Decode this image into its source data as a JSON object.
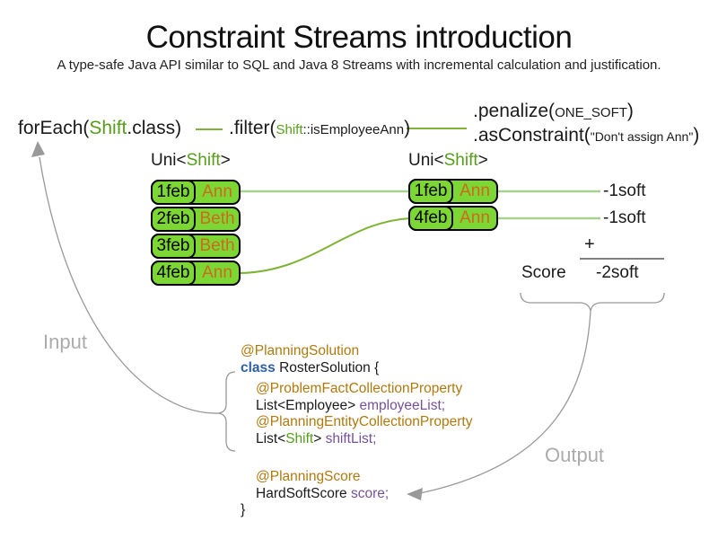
{
  "title": "Constraint Streams introduction",
  "subtitle": "A type-safe Java API similar to SQL and Java 8 Streams with incremental calculation and justification.",
  "pipeline": {
    "foreach_prefix": "forEach(",
    "foreach_class": "Shift",
    "foreach_suffix": ".class)",
    "filter_prefix": ".filter(",
    "filter_arg_class": "Shift",
    "filter_arg_rest": "::isEmployeeAnn",
    "filter_suffix": ")",
    "penalize_prefix": ".penalize(",
    "penalize_arg": "ONE_SOFT",
    "penalize_suffix": ")",
    "asconstraint_prefix": ".asConstraint(",
    "asconstraint_arg": "\"Don't assign Ann\"",
    "asconstraint_suffix": ")"
  },
  "left_stream": {
    "label_prefix": "Uni<",
    "label_type": "Shift",
    "label_suffix": ">",
    "rows": [
      {
        "date": "1feb",
        "name": "Ann"
      },
      {
        "date": "2feb",
        "name": "Beth"
      },
      {
        "date": "3feb",
        "name": "Beth"
      },
      {
        "date": "4feb",
        "name": "Ann"
      }
    ]
  },
  "right_stream": {
    "label_prefix": "Uni<",
    "label_type": "Shift",
    "label_suffix": ">",
    "rows": [
      {
        "date": "1feb",
        "name": "Ann"
      },
      {
        "date": "4feb",
        "name": "Ann"
      }
    ]
  },
  "penalties": [
    "-1soft",
    "-1soft"
  ],
  "score": {
    "plus": "+",
    "label": "Score",
    "value": "-2soft"
  },
  "flow_labels": {
    "input": "Input",
    "output": "Output"
  },
  "code": {
    "annotation1": "@PlanningSolution",
    "class_kw": "class",
    "class_rest": " RosterSolution {",
    "annotation2": "@ProblemFactCollectionProperty",
    "line4_black": "List<Employee> ",
    "line4_var": "employeeList;",
    "annotation3": "@PlanningEntityCollectionProperty",
    "line6_pre": "List<",
    "line6_type": "Shift",
    "line6_mid": "> ",
    "line6_var": "shiftList;",
    "annotation4": "@PlanningScore",
    "line8_black": "HardSoftScore ",
    "line8_var": "score;",
    "closing_brace": "}"
  },
  "colors": {
    "green_text": "#579D1C",
    "box_fill": "#7CD633",
    "box_border": "#000000",
    "name_orange": "#CC6B1E",
    "annotation_gold": "#B0790F",
    "keyword_blue": "#2E5FA8",
    "var_purple": "#76519B",
    "gray_label": "#ABABAB",
    "gray_line": "#999999",
    "light_green_line": "#A9D18E",
    "med_green_line": "#7FB336",
    "sum_line": "#808080"
  }
}
